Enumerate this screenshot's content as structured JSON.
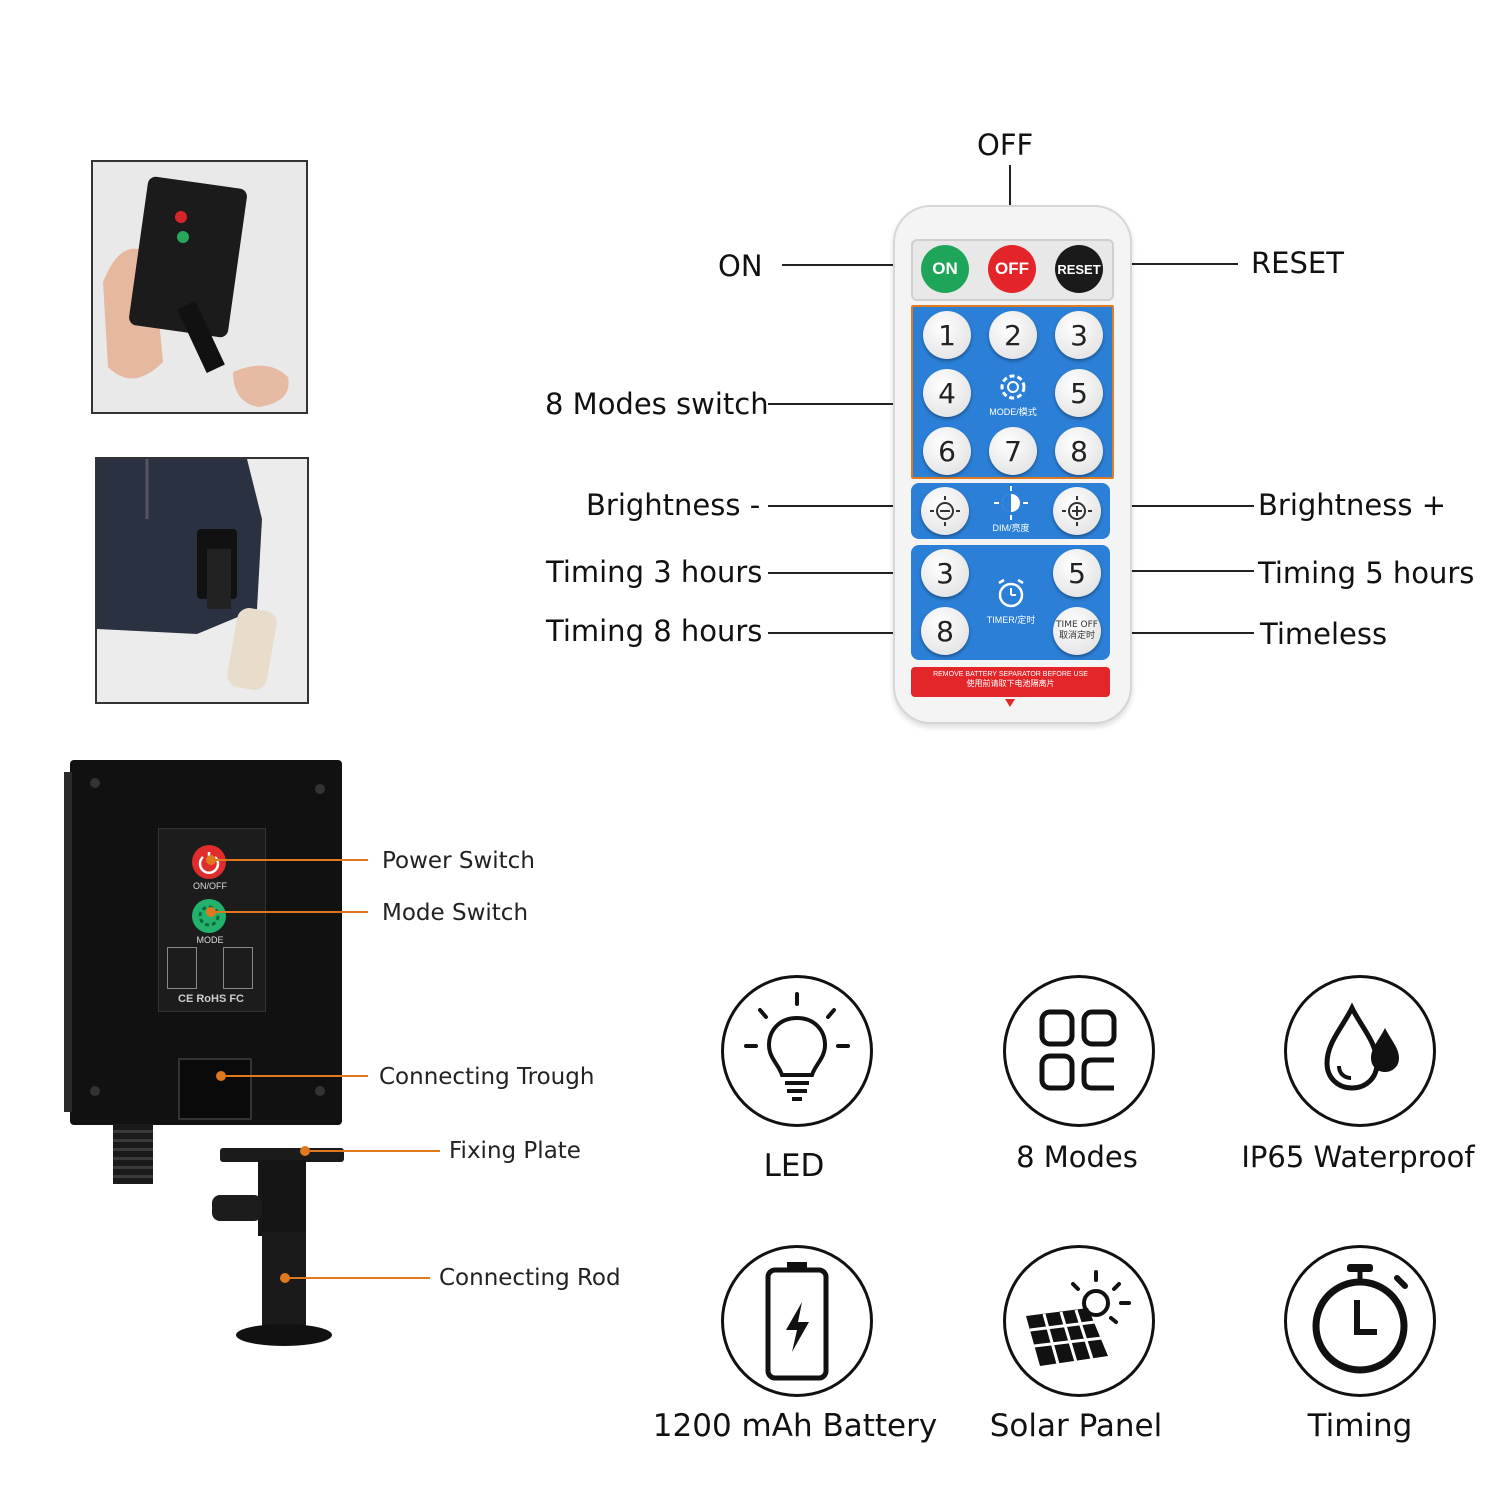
{
  "remote": {
    "callouts": {
      "off": "OFF",
      "on": "ON",
      "reset": "RESET",
      "modes_switch": "8 Modes switch",
      "brightness_minus": "Brightness -",
      "brightness_plus": "Brightness +",
      "timing_3": "Timing 3 hours",
      "timing_5": "Timing 5 hours",
      "timing_8": "Timing 8 hours",
      "timeless": "Timeless"
    },
    "buttons": {
      "on": "ON",
      "off": "OFF",
      "reset": "RESET",
      "modes": [
        "1",
        "2",
        "3",
        "4",
        "5",
        "6",
        "7",
        "8"
      ],
      "mode_label": "MODE/模式",
      "dim_label": "DIM/亮度",
      "timer_label": "TIMER/定时",
      "timer_3": "3",
      "timer_5": "5",
      "timer_8": "8",
      "time_off": "TIME OFF\n取消定时"
    },
    "warning": {
      "line1": "REMOVE BATTERY SEPARATOR BEFORE USE",
      "line2": "使用前请取下电池隔离片"
    }
  },
  "controller": {
    "callouts": {
      "power_switch": "Power Switch",
      "mode_switch": "Mode Switch",
      "connecting_trough": "Connecting Trough",
      "fixing_plate": "Fixing Plate",
      "connecting_rod": "Connecting Rod"
    },
    "panel": {
      "onoff": "ON/OFF",
      "mode": "MODE",
      "certs": "CE RoHS FC"
    }
  },
  "features": [
    {
      "icon": "lightbulb-icon",
      "label": "LED"
    },
    {
      "icon": "grid-modes-icon",
      "label": "8 Modes"
    },
    {
      "icon": "water-drop-icon",
      "label": "IP65 Waterproof"
    },
    {
      "icon": "battery-icon",
      "label": "1200 mAh Battery"
    },
    {
      "icon": "solar-panel-icon",
      "label": "Solar Panel"
    },
    {
      "icon": "stopwatch-icon",
      "label": "Timing"
    }
  ],
  "colors": {
    "on_green": "#1fa55a",
    "off_red": "#e3242b",
    "reset_black": "#1a1a1a",
    "panel_blue": "#2b7fd6",
    "highlight_orange": "#e07b1f",
    "callout_orange": "#e0781e"
  }
}
